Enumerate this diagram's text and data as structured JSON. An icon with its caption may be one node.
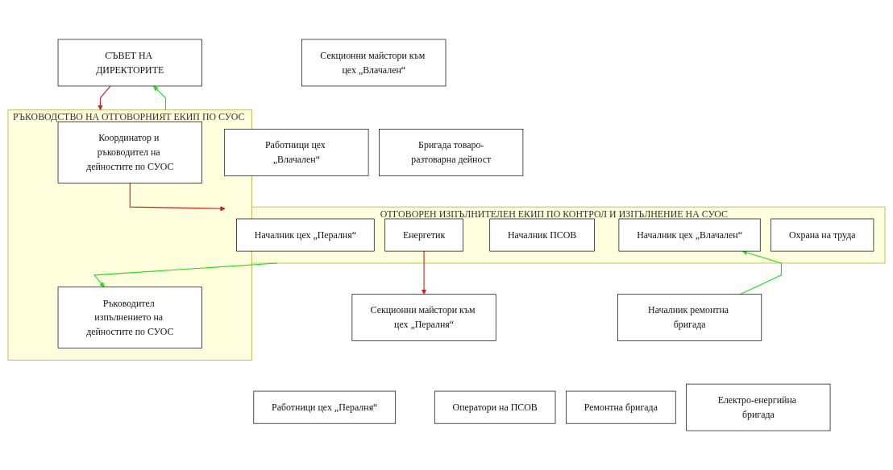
{
  "diagram": {
    "nodes": [
      {
        "text": [
          "СЪВЕТ НА ДИРЕКТОРИТЕ"
        ]
      },
      {
        "text": [
          "РЪКОВОДСТВО НА ОТГОВОРНИЯТ ЕКИП ПО СУОС"
        ]
      },
      {
        "text": [
          "Координатор и ръководител на дейностите по СУОС"
        ],
        "in": 1
      },
      {
        "text": [
          "Ръководител изпълнението на дейностите по СУОС"
        ],
        "in": 1
      },
      {
        "text": [
          "ОТГОВОРЕН ИЗПЪЛНИТЕЛЕН ЕКИП ПО КОНТРОЛ И ИЗПЪЛНЕНИЕ НА СУОС"
        ]
      },
      {
        "text": [
          "Началник цех „Пералня“"
        ],
        "in": 4
      },
      {
        "text": [
          "Енергетик"
        ],
        "in": 4
      },
      {
        "text": [
          "Началник ПСОВ"
        ],
        "in": 4
      },
      {
        "text": [
          "Началник цех „Влачален“"
        ],
        "in": 4
      },
      {
        "text": [
          "Охрана на труда"
        ],
        "in": 4
      },
      {
        "text": [
          "Секционни майстори към цех „Пералня“"
        ]
      },
      {
        "text": [
          "Началник ремонтна бригада"
        ]
      },
      {
        "text": [
          "Секционни майстори към цех „Влачален“"
        ]
      },
      {
        "text": [
          "Работници цех „Пералня“"
        ]
      },
      {
        "text": [
          "Оператори на ПСОВ"
        ]
      },
      {
        "text": [
          "Ремонтна бригада"
        ]
      },
      {
        "text": [
          "Електро-енергийна бригада"
        ]
      },
      {
        "text": [
          "Работници цех „Влачален“"
        ]
      },
      {
        "text": [
          "Бригада товаро-разтоварна дейност"
        ]
      }
    ],
    "edges": [
      {
        "from": 0,
        "to": 1,
        "arrow": "to",
        "color": "#d0201a"
      },
      {
        "from": 1,
        "to": 0,
        "arrow": "to",
        "color": "#22dd22"
      },
      {
        "from": 2,
        "to": 4,
        "arrow": "to",
        "color": "#d0201a"
      },
      {
        "from": 4,
        "to": 3,
        "arrow": "to",
        "color": "#22dd22"
      },
      {
        "from": 6,
        "to": 10,
        "arrow": "to",
        "color": "#d0201a"
      },
      {
        "from": 11,
        "to": 8,
        "arrow": "to",
        "color": "#22dd22"
      }
    ]
  }
}
